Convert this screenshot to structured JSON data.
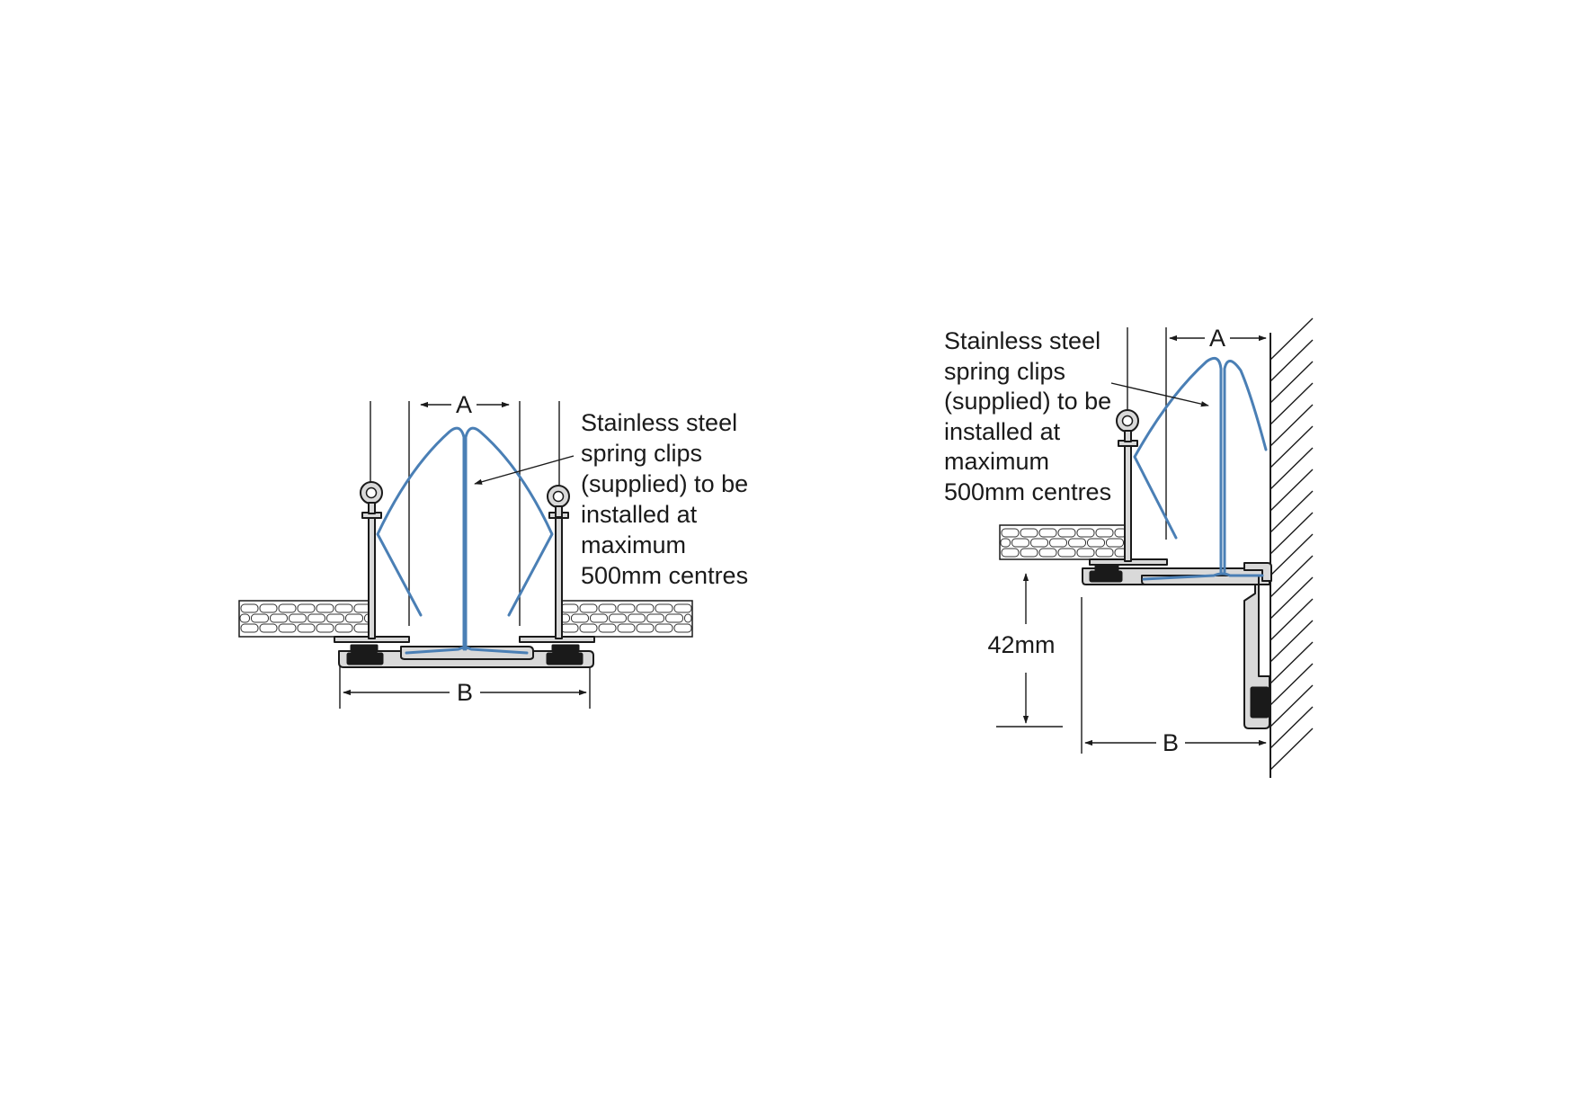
{
  "details": [
    {
      "id": "twin-panel-joint",
      "dimension_a": "A",
      "dimension_b": "B",
      "note_lines": [
        "Stainless steel",
        "spring clips",
        "(supplied) to be",
        "installed at",
        "maximum",
        "500mm centres"
      ]
    },
    {
      "id": "wall-edge-joint",
      "dimension_a": "A",
      "dimension_b": "B",
      "dimension_height": "42mm",
      "note_lines": [
        "Stainless steel",
        "spring clips",
        "(supplied) to be",
        "installed at",
        "maximum",
        "500mm centres"
      ]
    }
  ],
  "colors": {
    "clip": "#4a7fb5",
    "aluminium": "#d9d9d9",
    "rubber": "#1a1a1a",
    "line": "#1a1a1a"
  }
}
